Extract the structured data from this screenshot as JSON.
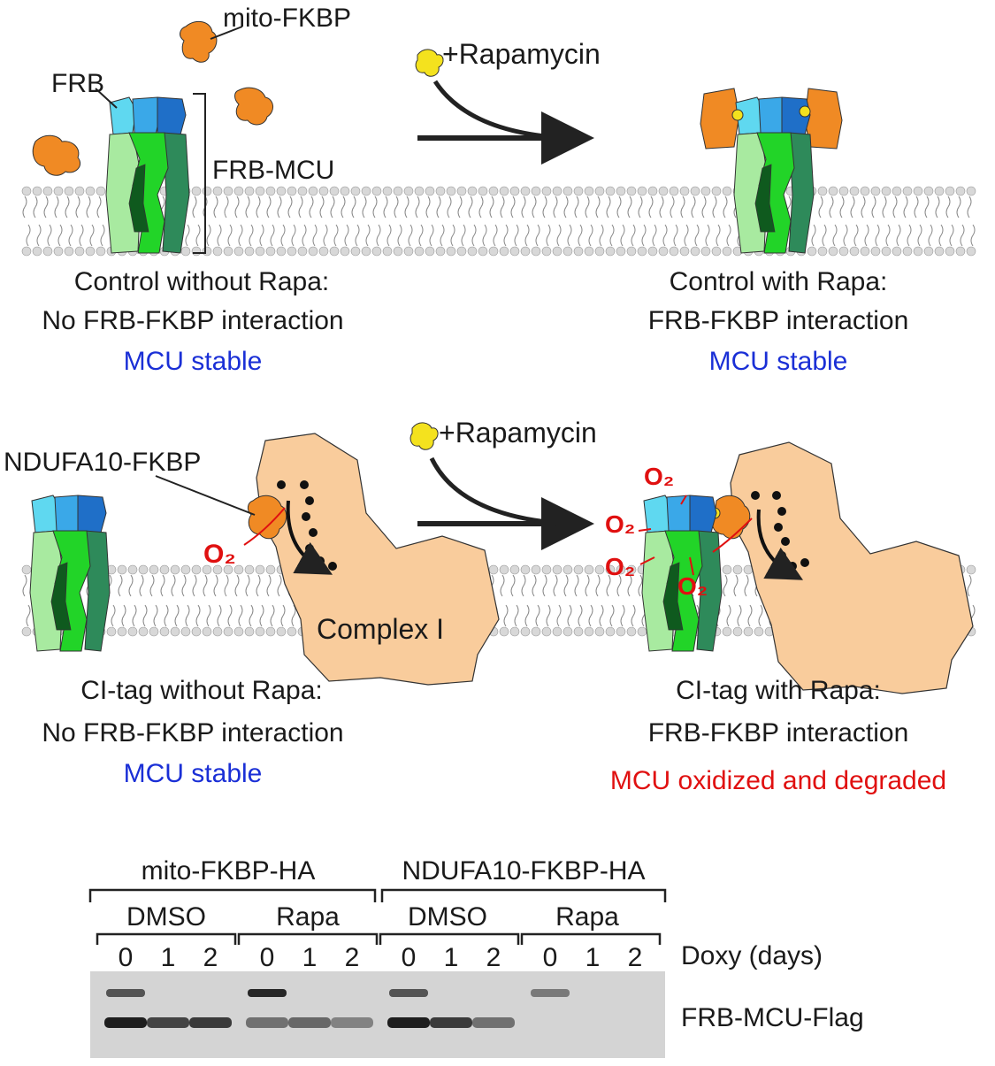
{
  "colors": {
    "text": "#1a1a1a",
    "stable_blue": "#1a2fd6",
    "degraded_red": "#e01010",
    "o2_red": "#e01010",
    "fkbp_orange": "#f08a24",
    "rapamycin_yellow": "#f4e21e",
    "frb_cyan": "#5fd8f0",
    "frb_blue": "#3aa8e8",
    "frb_dark": "#1f6fc8",
    "mcu_light": "#a8eaa0",
    "mcu_bright": "#22d428",
    "mcu_dark": "#2e8a5a",
    "mcu_core": "#0f5a1e",
    "complex_i": "#f9cc9c",
    "lipid": "#c8c8c8",
    "blot_bg": "#d4d4d4",
    "blot_band": "#1e1e1e"
  },
  "top_left": {
    "label_fkbp": "mito-FKBP",
    "label_frb": "FRB",
    "label_frb_mcu": "FRB-MCU",
    "caption_line1": "Control without Rapa:",
    "caption_line2": "No FRB-FKBP interaction",
    "status": "MCU stable"
  },
  "top_arrow": {
    "label": "+Rapamycin"
  },
  "top_right": {
    "caption_line1": "Control with Rapa:",
    "caption_line2": "FRB-FKBP interaction",
    "status": "MCU stable"
  },
  "bottom_left": {
    "label_fkbp": "NDUFA10-FKBP",
    "label_o2": "O₂",
    "label_complex": "Complex I",
    "caption_line1": "CI-tag without Rapa:",
    "caption_line2": "No FRB-FKBP interaction",
    "status": "MCU stable"
  },
  "bottom_arrow": {
    "label": "+Rapamycin"
  },
  "bottom_right": {
    "o2_labels": [
      "O₂",
      "O₂",
      "O₂",
      "O₂"
    ],
    "caption_line1": "CI-tag with Rapa:",
    "caption_line2": "FRB-FKBP interaction",
    "status": "MCU oxidized and degraded"
  },
  "blot": {
    "group1": "mito-FKBP-HA",
    "group2": "NDUFA10-FKBP-HA",
    "treatments": [
      "DMSO",
      "Rapa",
      "DMSO",
      "Rapa"
    ],
    "days": [
      "0",
      "1",
      "2",
      "0",
      "1",
      "2",
      "0",
      "1",
      "2",
      "0",
      "1",
      "2"
    ],
    "doxy_label": "Doxy (days)",
    "band_label": "FRB-MCU-Flag",
    "upper_band_intensity": [
      0.7,
      0,
      0,
      0.95,
      0,
      0,
      0.7,
      0,
      0,
      0.5,
      0,
      0
    ],
    "lower_band_intensity": [
      1.0,
      0.8,
      0.85,
      0.55,
      0.6,
      0.45,
      1.0,
      0.85,
      0.55,
      0,
      0,
      0
    ]
  }
}
